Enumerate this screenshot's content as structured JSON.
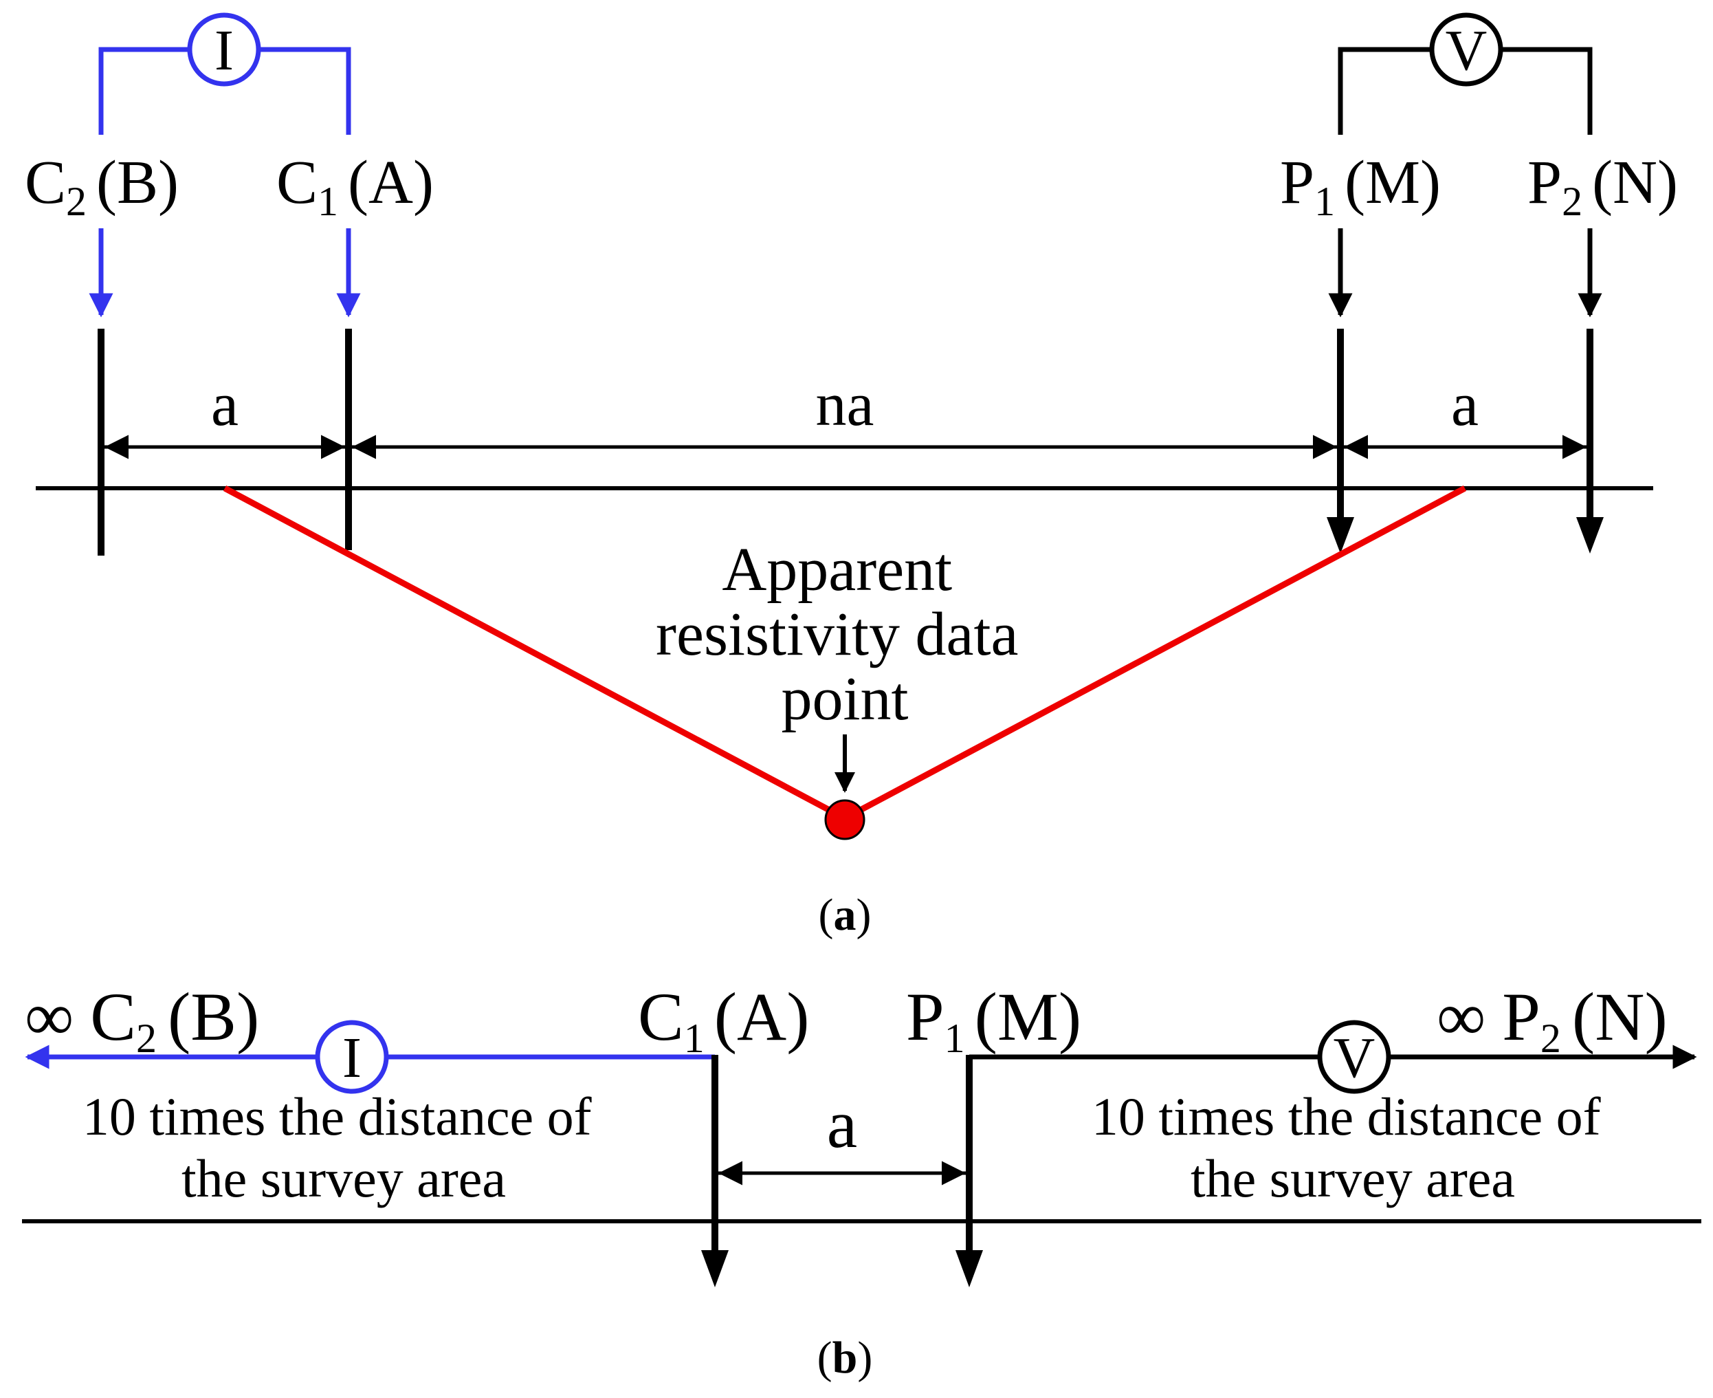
{
  "colors": {
    "current_circuit": "#3333ee",
    "potential_circuit": "#000000",
    "data_point": "#ee0000",
    "line": "#000000"
  },
  "panel_a": {
    "meter_current": "I",
    "meter_voltage": "V",
    "c2_letter": "C",
    "c2_sub": "2",
    "c2_alt": "(B)",
    "c1_letter": "C",
    "c1_sub": "1",
    "c1_alt": "(A)",
    "p1_letter": "P",
    "p1_sub": "1",
    "p1_alt": "(M)",
    "p2_letter": "P",
    "p2_sub": "2",
    "p2_alt": "(N)",
    "spacing_left": "a",
    "spacing_middle": "na",
    "spacing_right": "a",
    "data_point_label": [
      "Apparent",
      "resistivity data",
      "point"
    ],
    "caption_open": "(",
    "caption_letter": "a",
    "caption_close": ")"
  },
  "panel_b": {
    "inf_left": "∞",
    "c2_letter": "C",
    "c2_sub": "2",
    "c2_alt": "(B)",
    "c1_letter": "C",
    "c1_sub": "1",
    "c1_alt": "(A)",
    "p1_letter": "P",
    "p1_sub": "1",
    "p1_alt": "(M)",
    "inf_right": "∞",
    "p2_letter": "P",
    "p2_sub": "2",
    "p2_alt": "(N)",
    "meter_current": "I",
    "meter_voltage": "V",
    "spacing": "a",
    "note_left": [
      "10 times the distance of",
      "the survey area"
    ],
    "note_right": [
      "10 times the distance of",
      "the survey area"
    ],
    "caption_open": "(",
    "caption_letter": "b",
    "caption_close": ")"
  }
}
